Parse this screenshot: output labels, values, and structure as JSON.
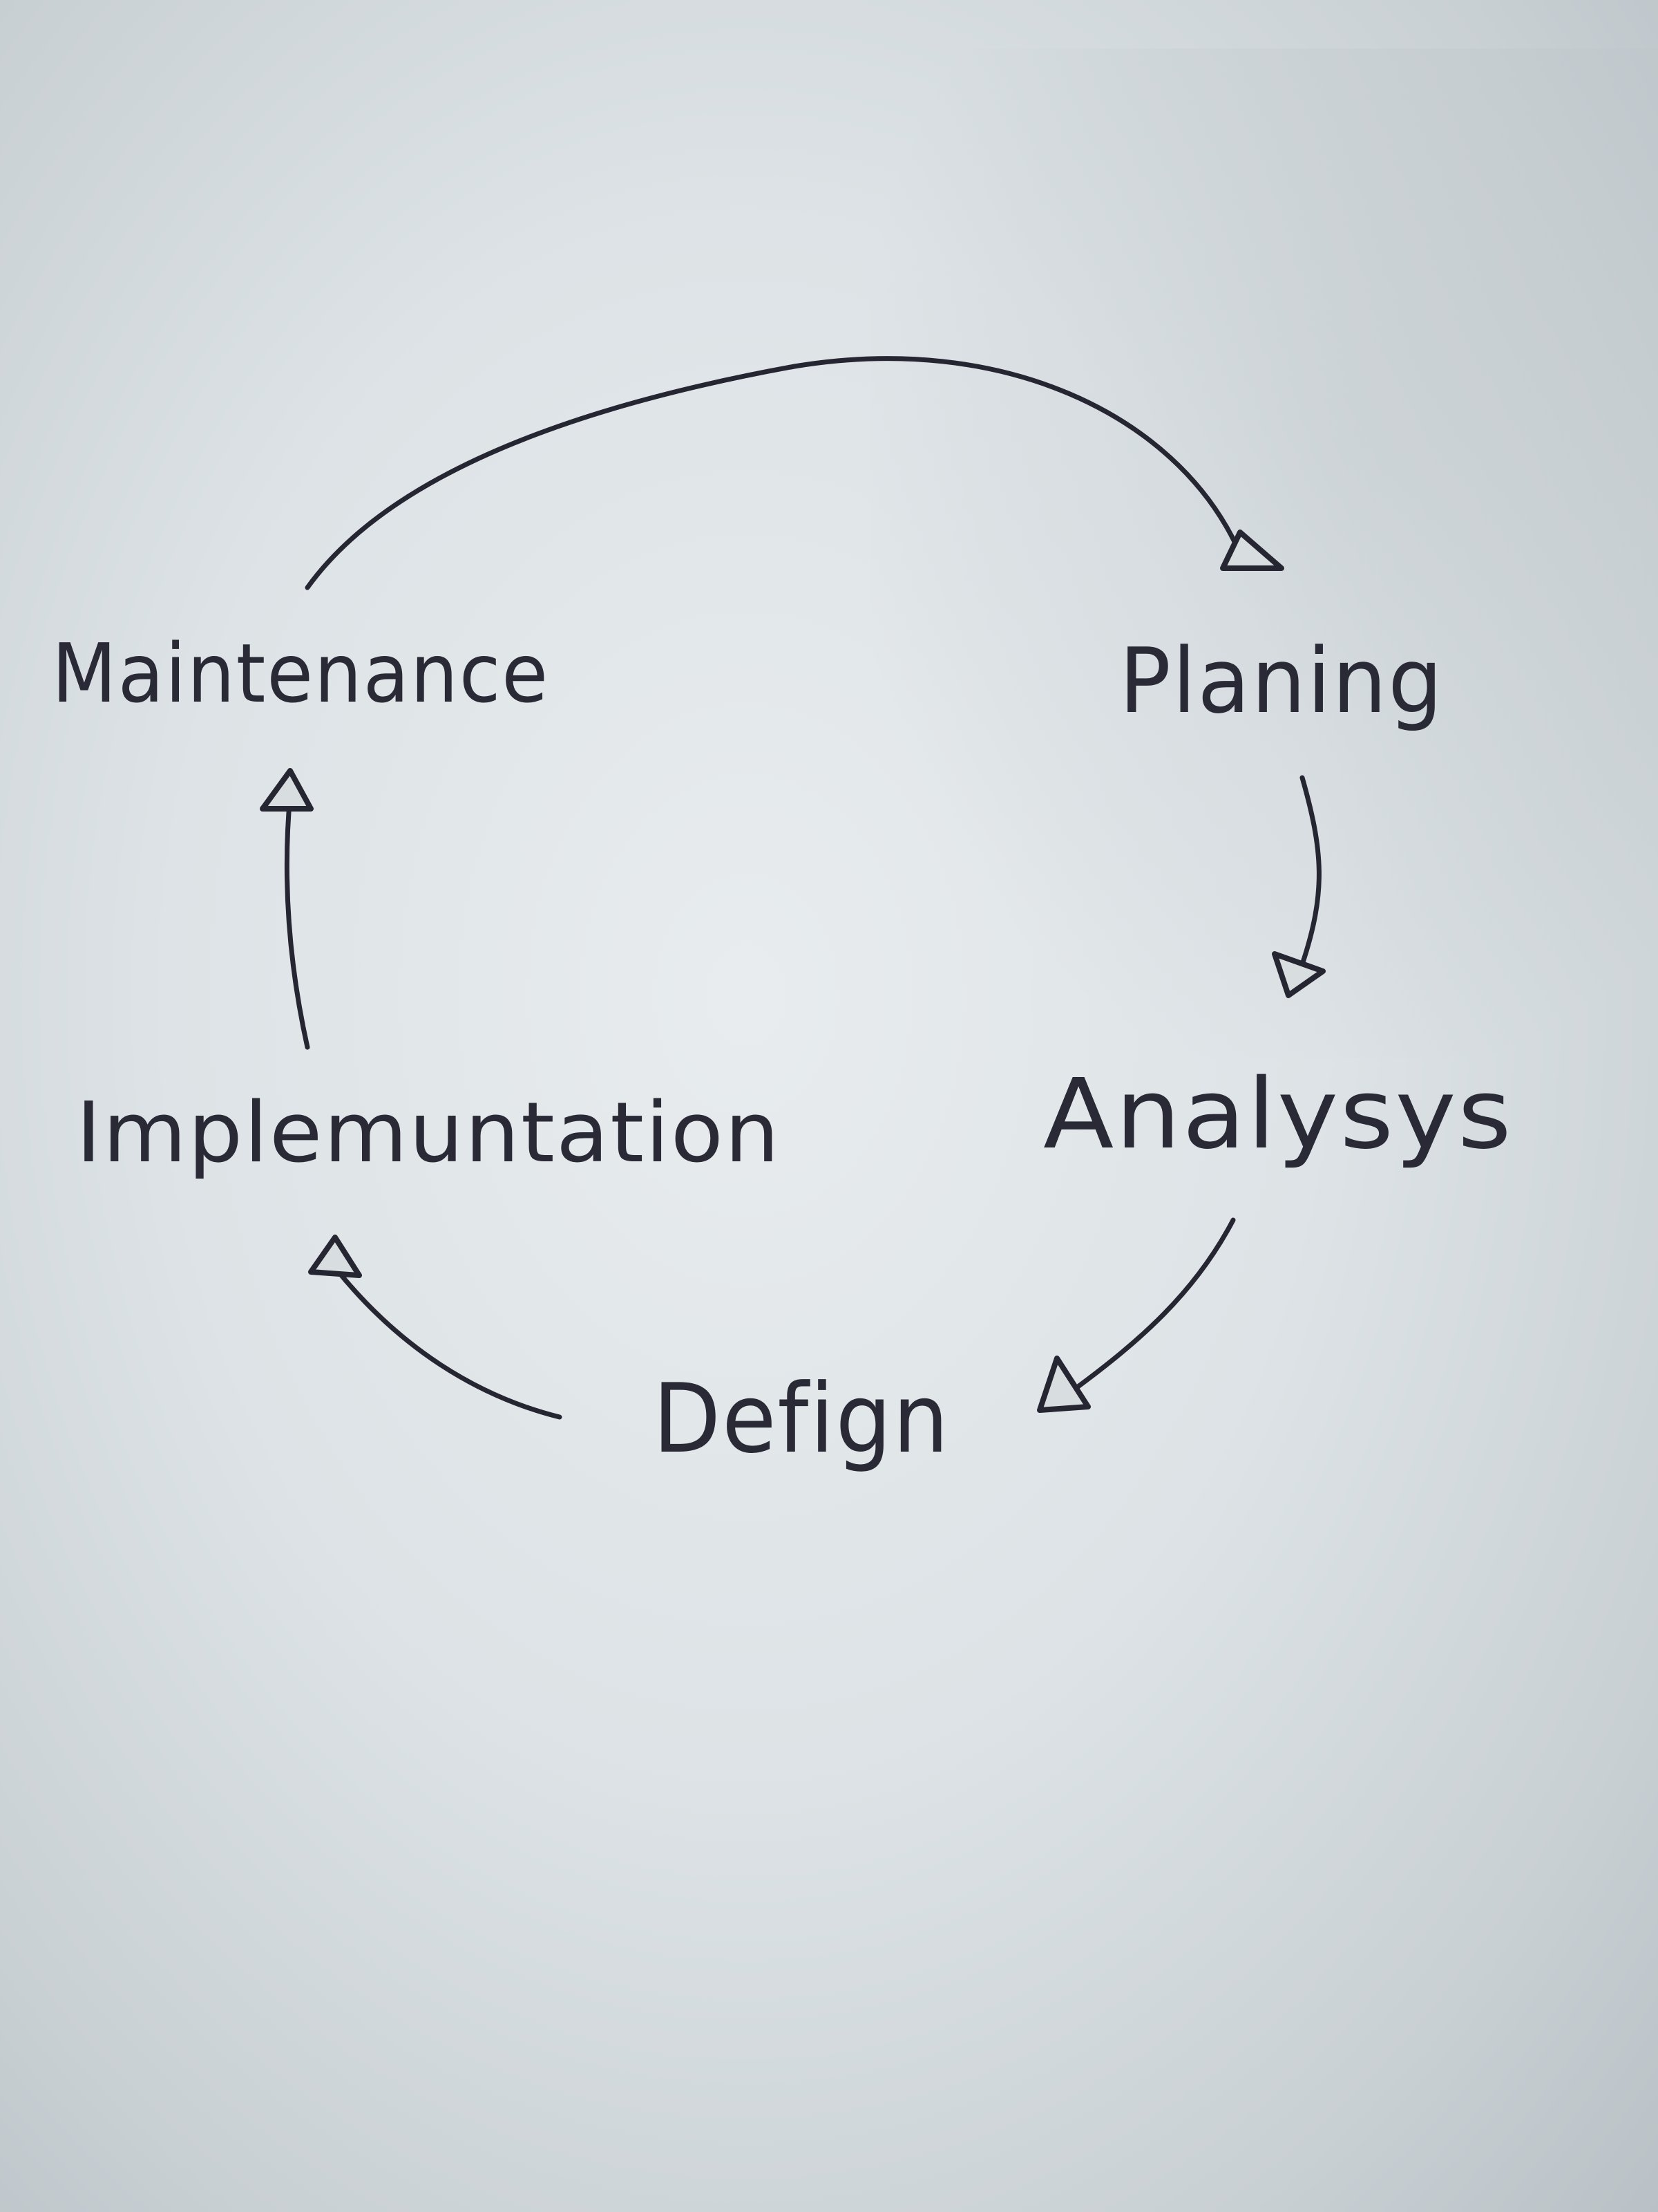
{
  "diagram": {
    "type": "cycle",
    "stages": {
      "planning": "Planing",
      "analysis": "Analysys",
      "design": "Defign",
      "implementation": "Implemuntation",
      "maintenance": "Maintenance"
    },
    "flow": [
      "Planing",
      "Analysys",
      "Defign",
      "Implemuntation",
      "Maintenance",
      "Planing"
    ],
    "colors": {
      "ink": "#262632",
      "paper": "#dde3e6"
    }
  }
}
